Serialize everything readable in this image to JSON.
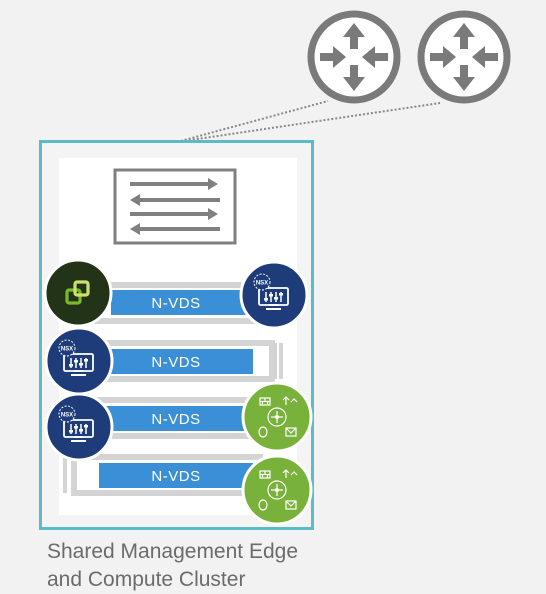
{
  "caption": {
    "line1": "Shared Management Edge",
    "line2": "and Compute Cluster"
  },
  "switch_rows": [
    {
      "label": "N-VDS",
      "left_icon": "vsphere-icon",
      "right_icon": "nsx-host-icon"
    },
    {
      "label": "N-VDS",
      "left_icon": "nsx-host-icon",
      "right_icon": ""
    },
    {
      "label": "N-VDS",
      "left_icon": "nsx-host-icon",
      "right_icon": "edge-services-icon"
    },
    {
      "label": "N-VDS",
      "left_icon": "",
      "right_icon": "edge-services-icon"
    }
  ],
  "badges": {
    "nsx": "NSX"
  },
  "colors": {
    "cluster_border": "#5bbcc9",
    "nvds_blue": "#3a8fd6",
    "nsx_navy": "#1e3c7a",
    "edge_green": "#79b23a",
    "vsphere_dark": "#223318",
    "router_gray": "#7a7a7a",
    "caption_gray": "#6b6b6b"
  }
}
